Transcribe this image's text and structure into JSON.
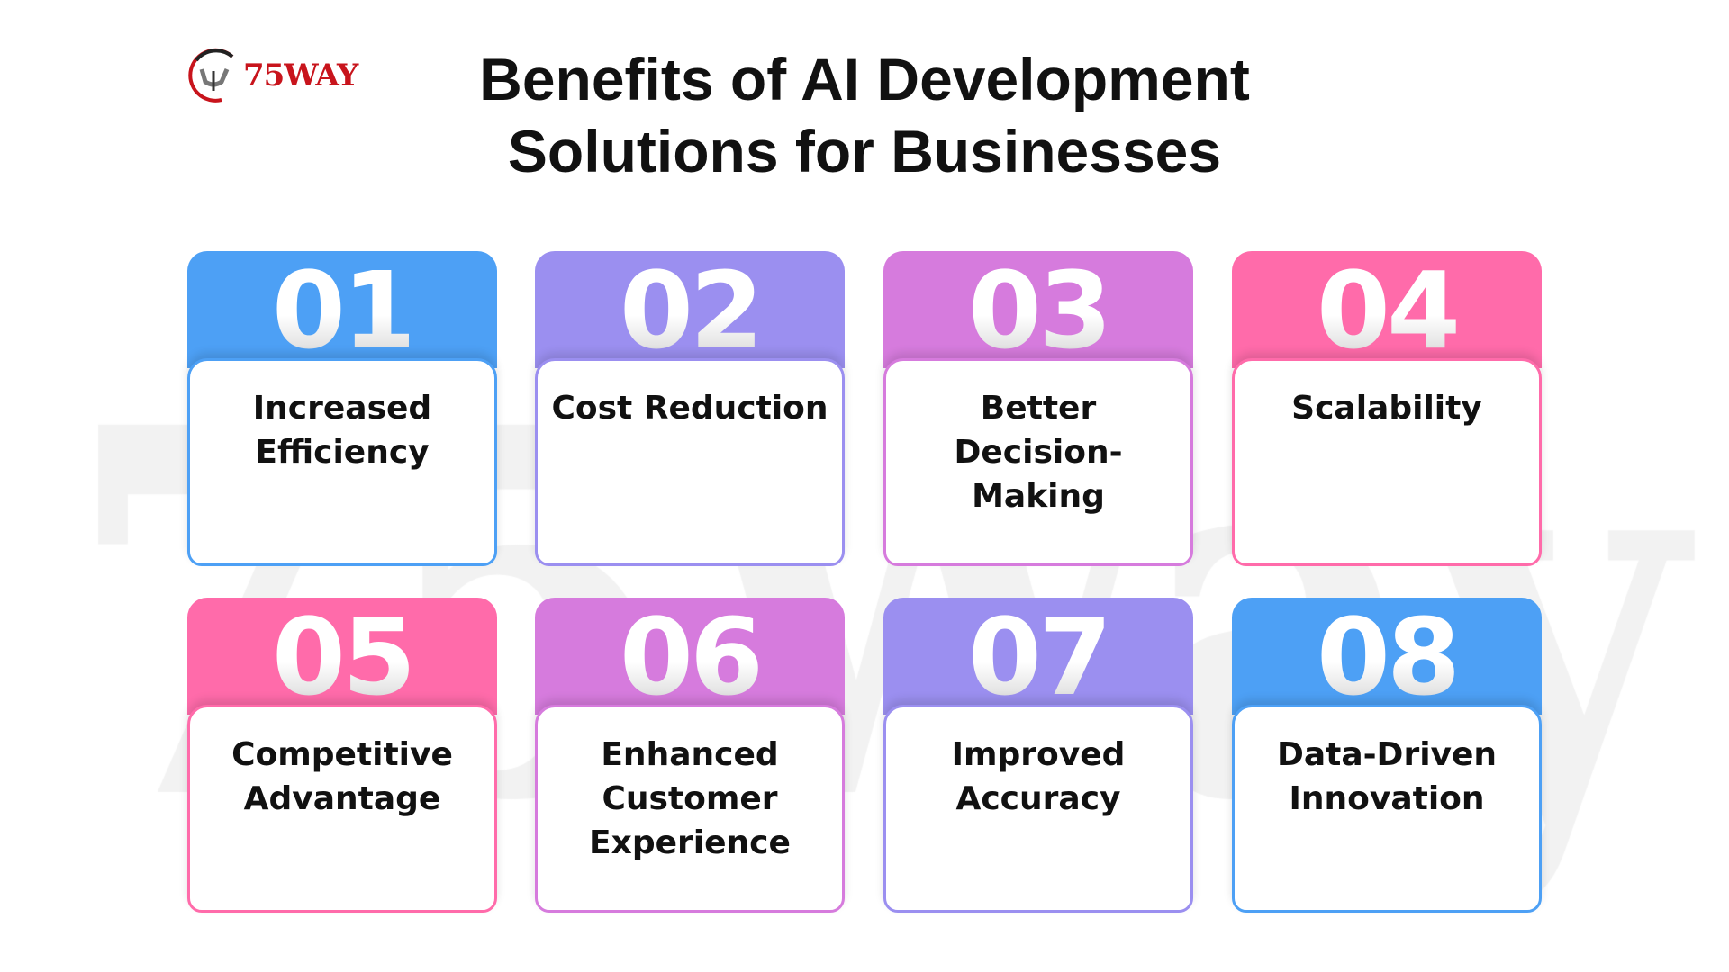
{
  "logo": {
    "text": "75WAY"
  },
  "watermark": "75Way",
  "title": {
    "line1": "Benefits of AI Development",
    "line2": "Solutions for Businesses"
  },
  "colors": {
    "blue": "#4DA0F5",
    "purple": "#9B8FF0",
    "orchid": "#D67BDD",
    "pink": "#FF6BAA",
    "logo_red": "#C8141C"
  },
  "cards": [
    {
      "number": "01",
      "label": "Increased Efficiency",
      "color": "#4DA0F5"
    },
    {
      "number": "02",
      "label": "Cost Reduction",
      "color": "#9B8FF0"
    },
    {
      "number": "03",
      "label": "Better Decision-Making",
      "color": "#D67BDD"
    },
    {
      "number": "04",
      "label": "Scalability",
      "color": "#FF6BAA"
    },
    {
      "number": "05",
      "label": "Competitive Advantage",
      "color": "#FF6BAA"
    },
    {
      "number": "06",
      "label": "Enhanced Customer Experience",
      "color": "#D67BDD"
    },
    {
      "number": "07",
      "label": "Improved Accuracy",
      "color": "#9B8FF0"
    },
    {
      "number": "08",
      "label": "Data-Driven Innovation",
      "color": "#4DA0F5"
    }
  ]
}
